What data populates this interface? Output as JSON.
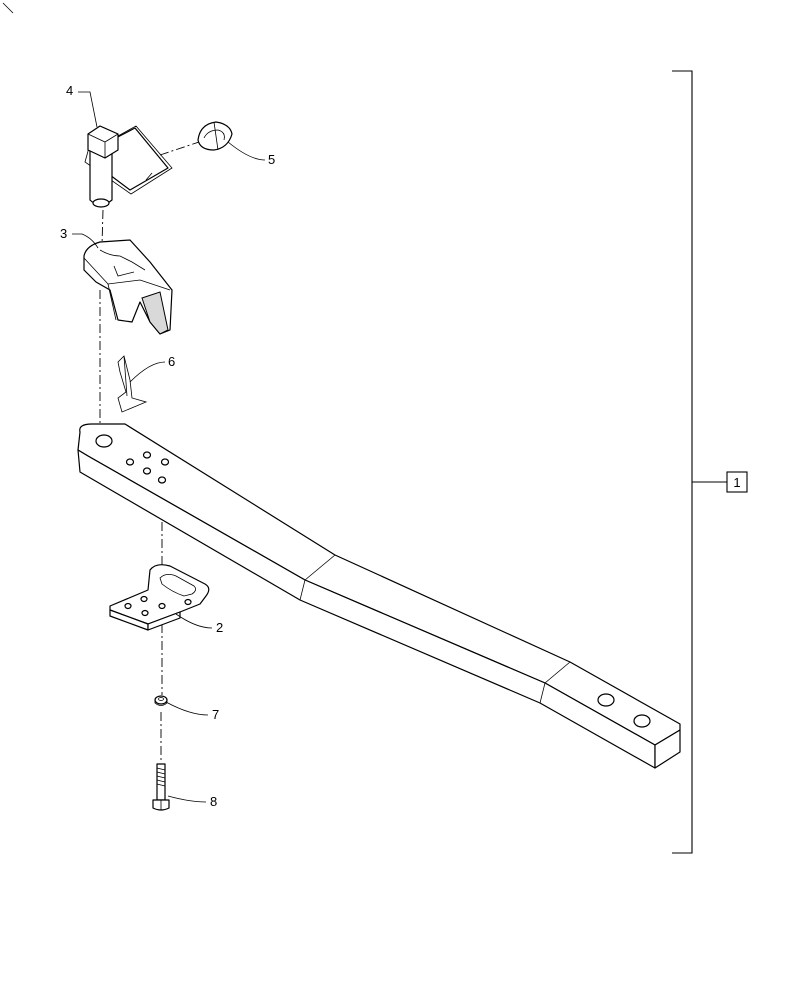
{
  "callouts": {
    "assembly": "1",
    "p2": "2",
    "p3": "3",
    "p4": "4",
    "p5": "5",
    "p6": "6",
    "p7": "7",
    "p8": "8"
  }
}
